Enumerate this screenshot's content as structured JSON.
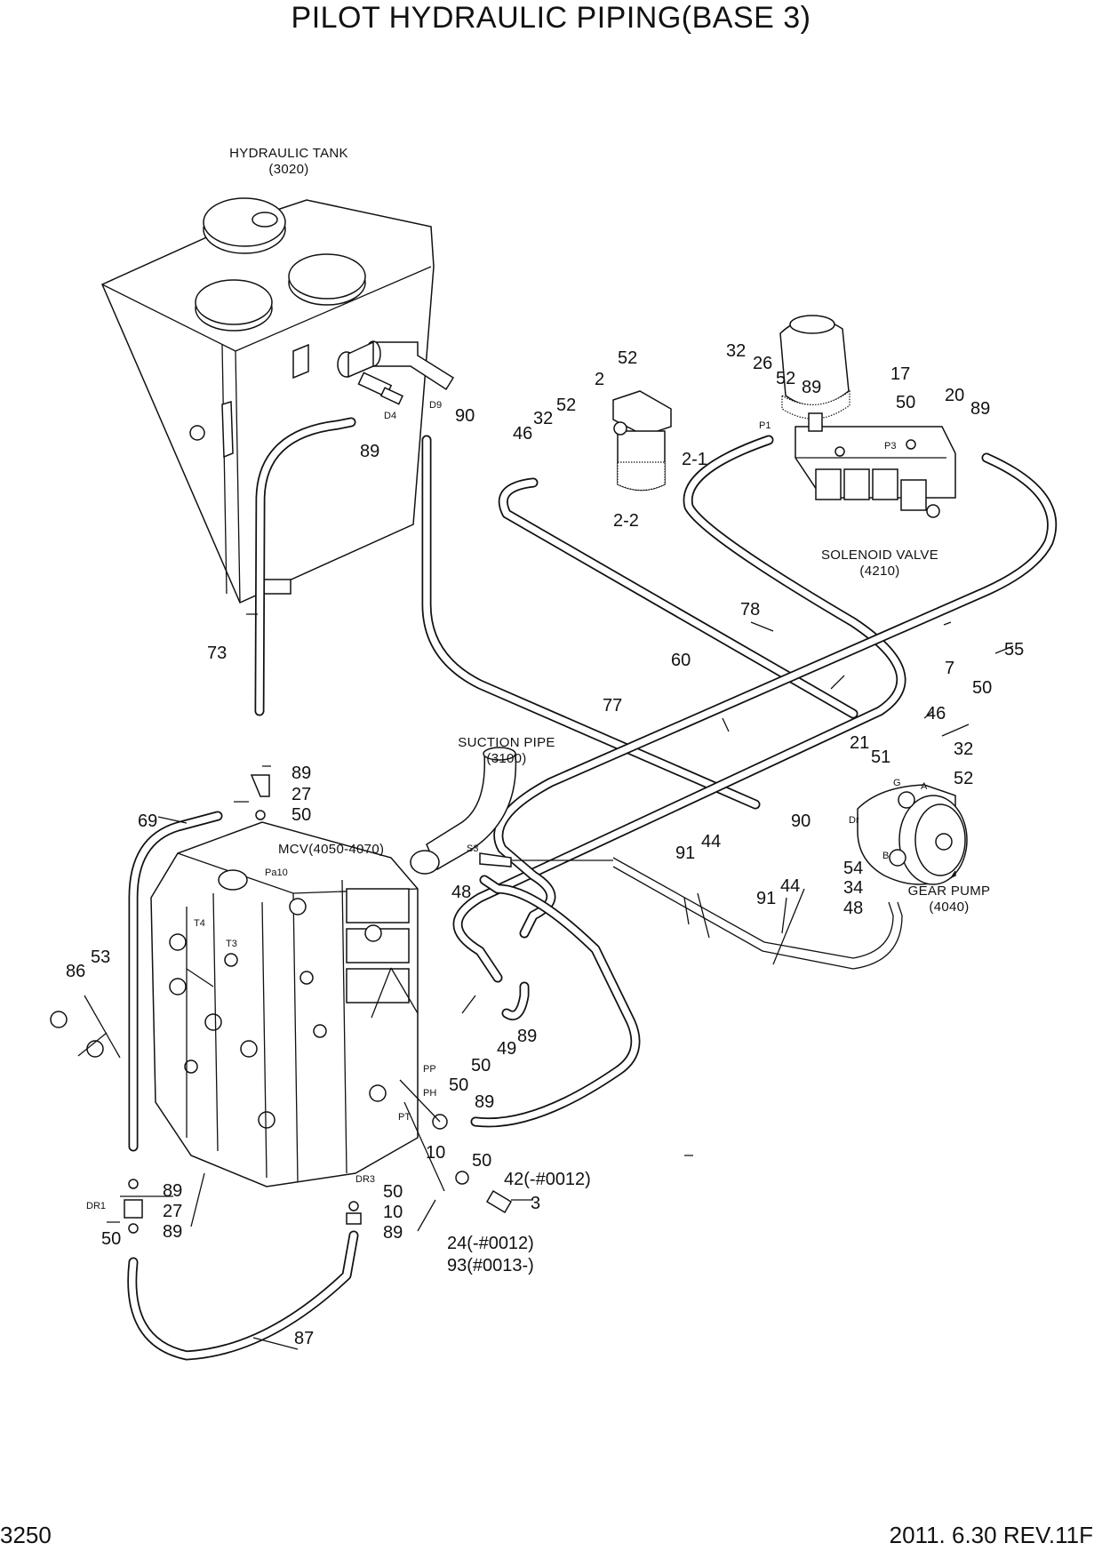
{
  "title": "PILOT HYDRAULIC PIPING(BASE 3)",
  "footer": {
    "page": "3250",
    "revision": "2011. 6.30  REV.11F"
  },
  "components": {
    "tank": {
      "name": "HYDRAULIC TANK",
      "code": "(3020)"
    },
    "solenoid": {
      "name": "SOLENOID VALVE",
      "code": "(4210)"
    },
    "suction": {
      "name": "SUCTION PIPE",
      "code": "(3100)"
    },
    "pump": {
      "name": "GEAR PUMP",
      "code": "(4040)"
    },
    "mcv": {
      "name": "MCV(4050-4070)"
    }
  },
  "ports": [
    "D9",
    "D4",
    "P1",
    "P3",
    "Dr",
    "G",
    "A",
    "B",
    "S3",
    "Pa10",
    "T4",
    "T3",
    "PP",
    "PH",
    "PT",
    "DR3",
    "DR1"
  ],
  "callouts": [
    "52",
    "32",
    "26",
    "52",
    "89",
    "17",
    "2",
    "52",
    "32",
    "46",
    "50",
    "20",
    "89",
    "2-1",
    "2-2",
    "90",
    "89",
    "73",
    "78",
    "55",
    "60",
    "7",
    "50",
    "46",
    "77",
    "21",
    "51",
    "32",
    "52",
    "90",
    "89",
    "27",
    "50",
    "69",
    "91",
    "44",
    "91",
    "44",
    "54",
    "34",
    "48",
    "48",
    "53",
    "86",
    "89",
    "49",
    "50",
    "50",
    "89",
    "10",
    "50",
    "42(-#0012)",
    "3",
    "24(-#0012)",
    "93(#0013-)",
    "89",
    "27",
    "50",
    "89",
    "50",
    "10",
    "89",
    "87"
  ]
}
